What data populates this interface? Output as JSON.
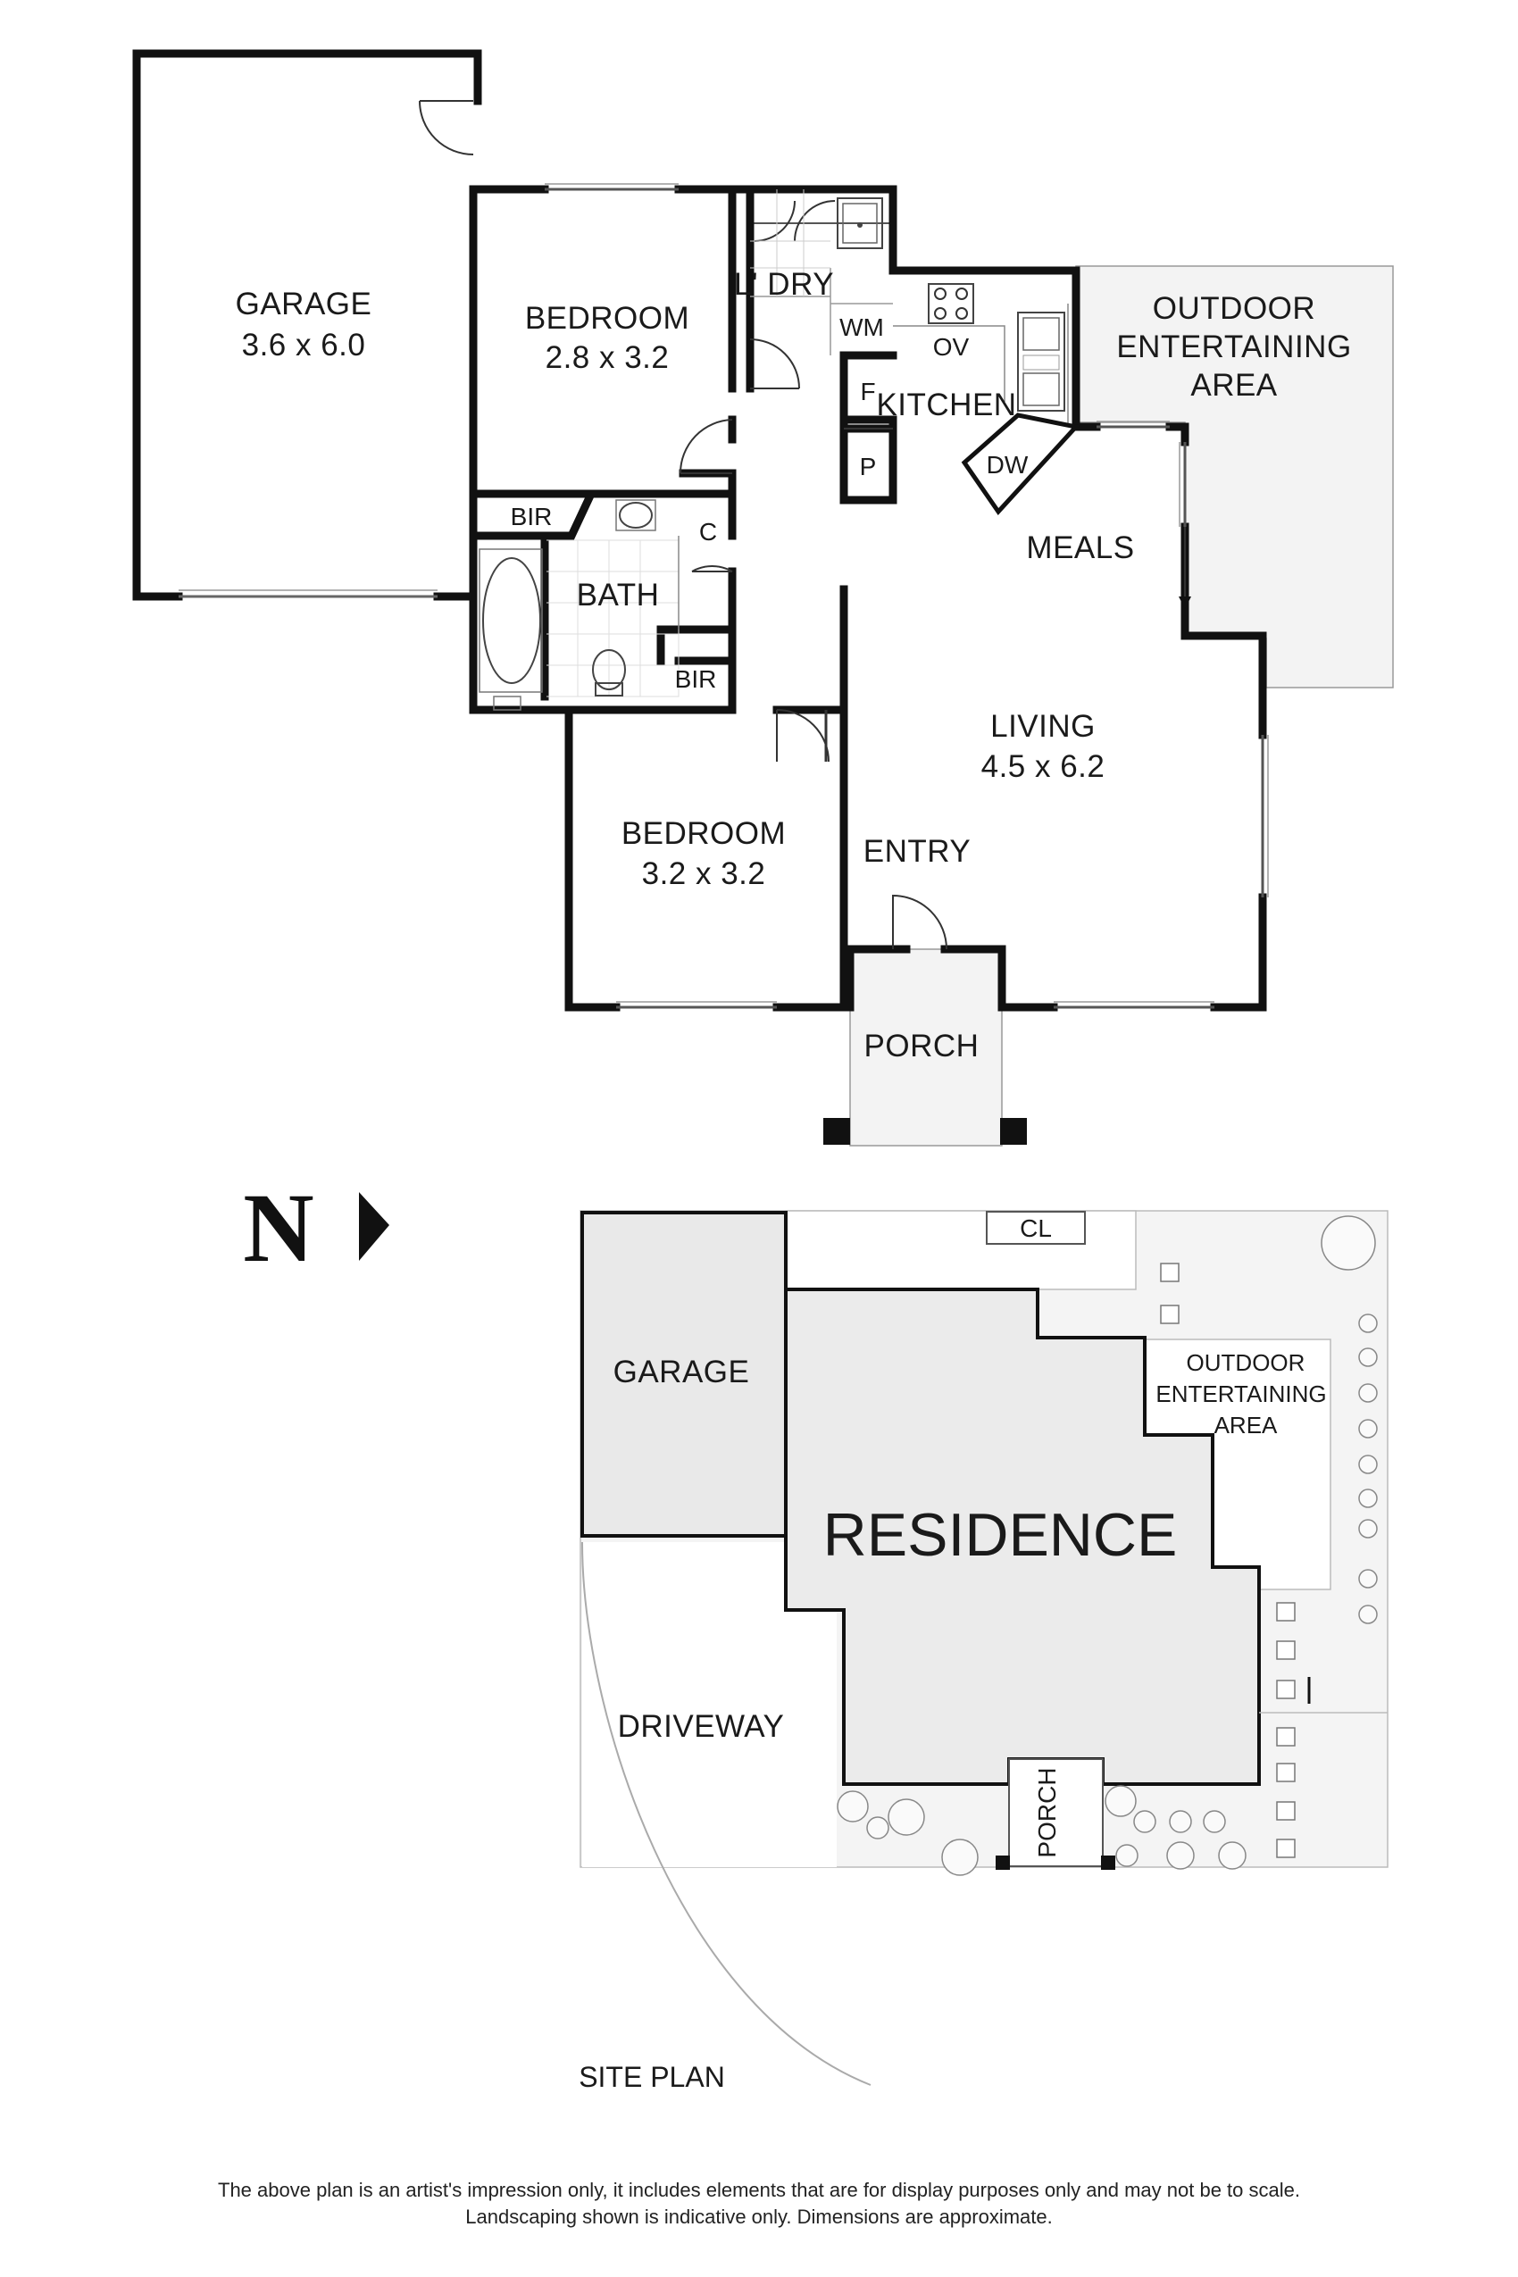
{
  "floor_plan": {
    "rooms": {
      "garage": {
        "name": "GARAGE",
        "size": "3.6 x 6.0"
      },
      "bedroom1": {
        "name": "BEDROOM",
        "size": "2.8 x 3.2"
      },
      "laundry": {
        "name": "L' DRY"
      },
      "wm": "WM",
      "outdoor_line1": "OUTDOOR",
      "outdoor_line2": "ENTERTAINING",
      "outdoor_line3": "AREA",
      "ov": "OV",
      "kitchen": "KITCHEN",
      "fridge": "F",
      "pantry": "P",
      "dw": "DW",
      "bir1": "BIR",
      "linen": "C",
      "bath": "BATH",
      "bir2": "BIR",
      "meals": "MEALS",
      "living": {
        "name": "LIVING",
        "size": "4.5 x 6.2"
      },
      "bedroom2": {
        "name": "BEDROOM",
        "size": "3.2 x 3.2"
      },
      "entry": "ENTRY",
      "porch": "PORCH"
    }
  },
  "compass": {
    "letter": "N"
  },
  "site_plan": {
    "cl": "CL",
    "garage": "GARAGE",
    "outdoor_line1": "OUTDOOR",
    "outdoor_line2": "ENTERTAINING",
    "outdoor_line3": "AREA",
    "residence": "RESIDENCE",
    "driveway": "DRIVEWAY",
    "porch": "PORCH",
    "title": "SITE PLAN"
  },
  "disclaimer": {
    "line1": "The above plan is an artist's impression only, it includes elements that are for display purposes only and may not be to scale.",
    "line2": "Landscaping shown is indicative only. Dimensions are approximate."
  }
}
